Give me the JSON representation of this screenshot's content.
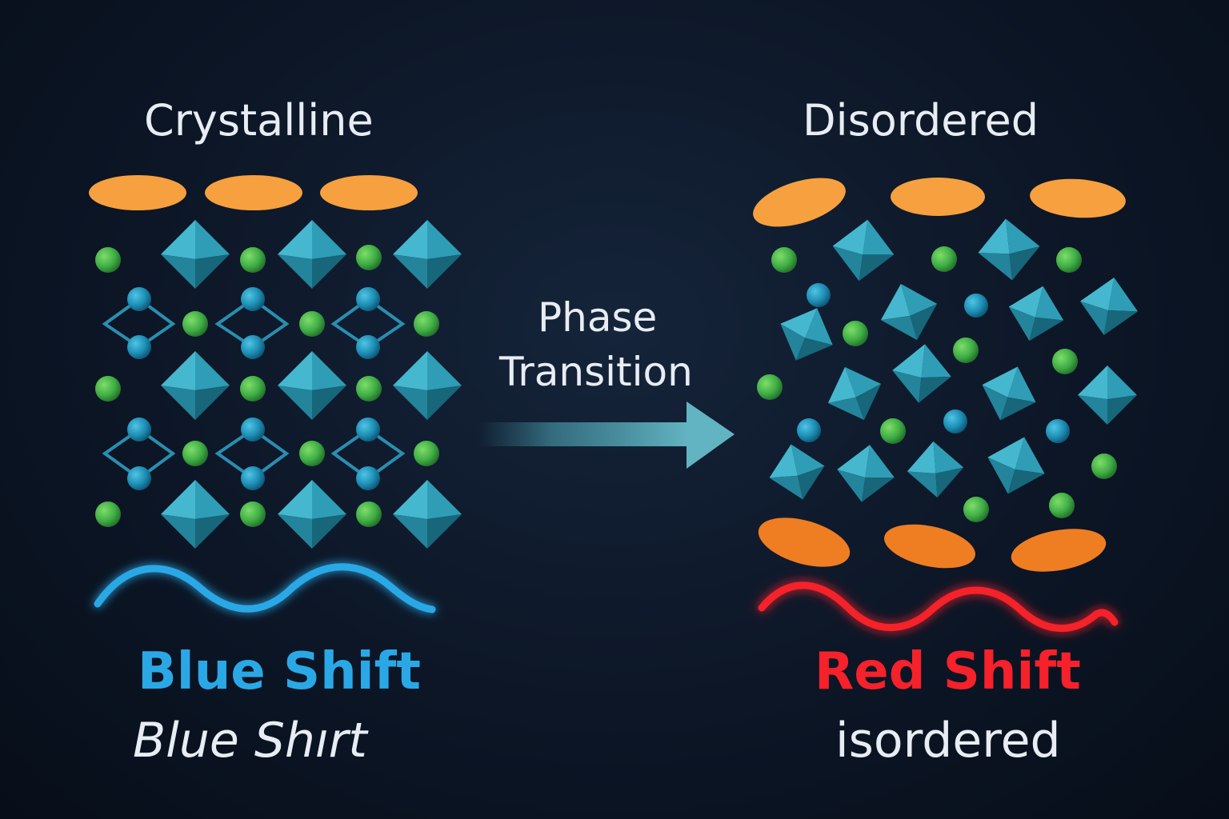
{
  "left_panel": {
    "title": "Crystalline",
    "caption": "Blue Shift",
    "subcaption": "Blue Shırt",
    "wave_color": "#2aa8e6"
  },
  "transition": {
    "line1": "Phase",
    "line2": "Transition"
  },
  "right_panel": {
    "title": "Disordered",
    "caption": "Red Shift",
    "subcaption": "isordered",
    "wave_color": "#f5212b"
  },
  "colors": {
    "background": "#0c1626",
    "octahedron": "#2b9bb4",
    "atom_green": "#44b24a",
    "atom_blue": "#1e8ab0",
    "organic_cation": "#f6a03f"
  }
}
